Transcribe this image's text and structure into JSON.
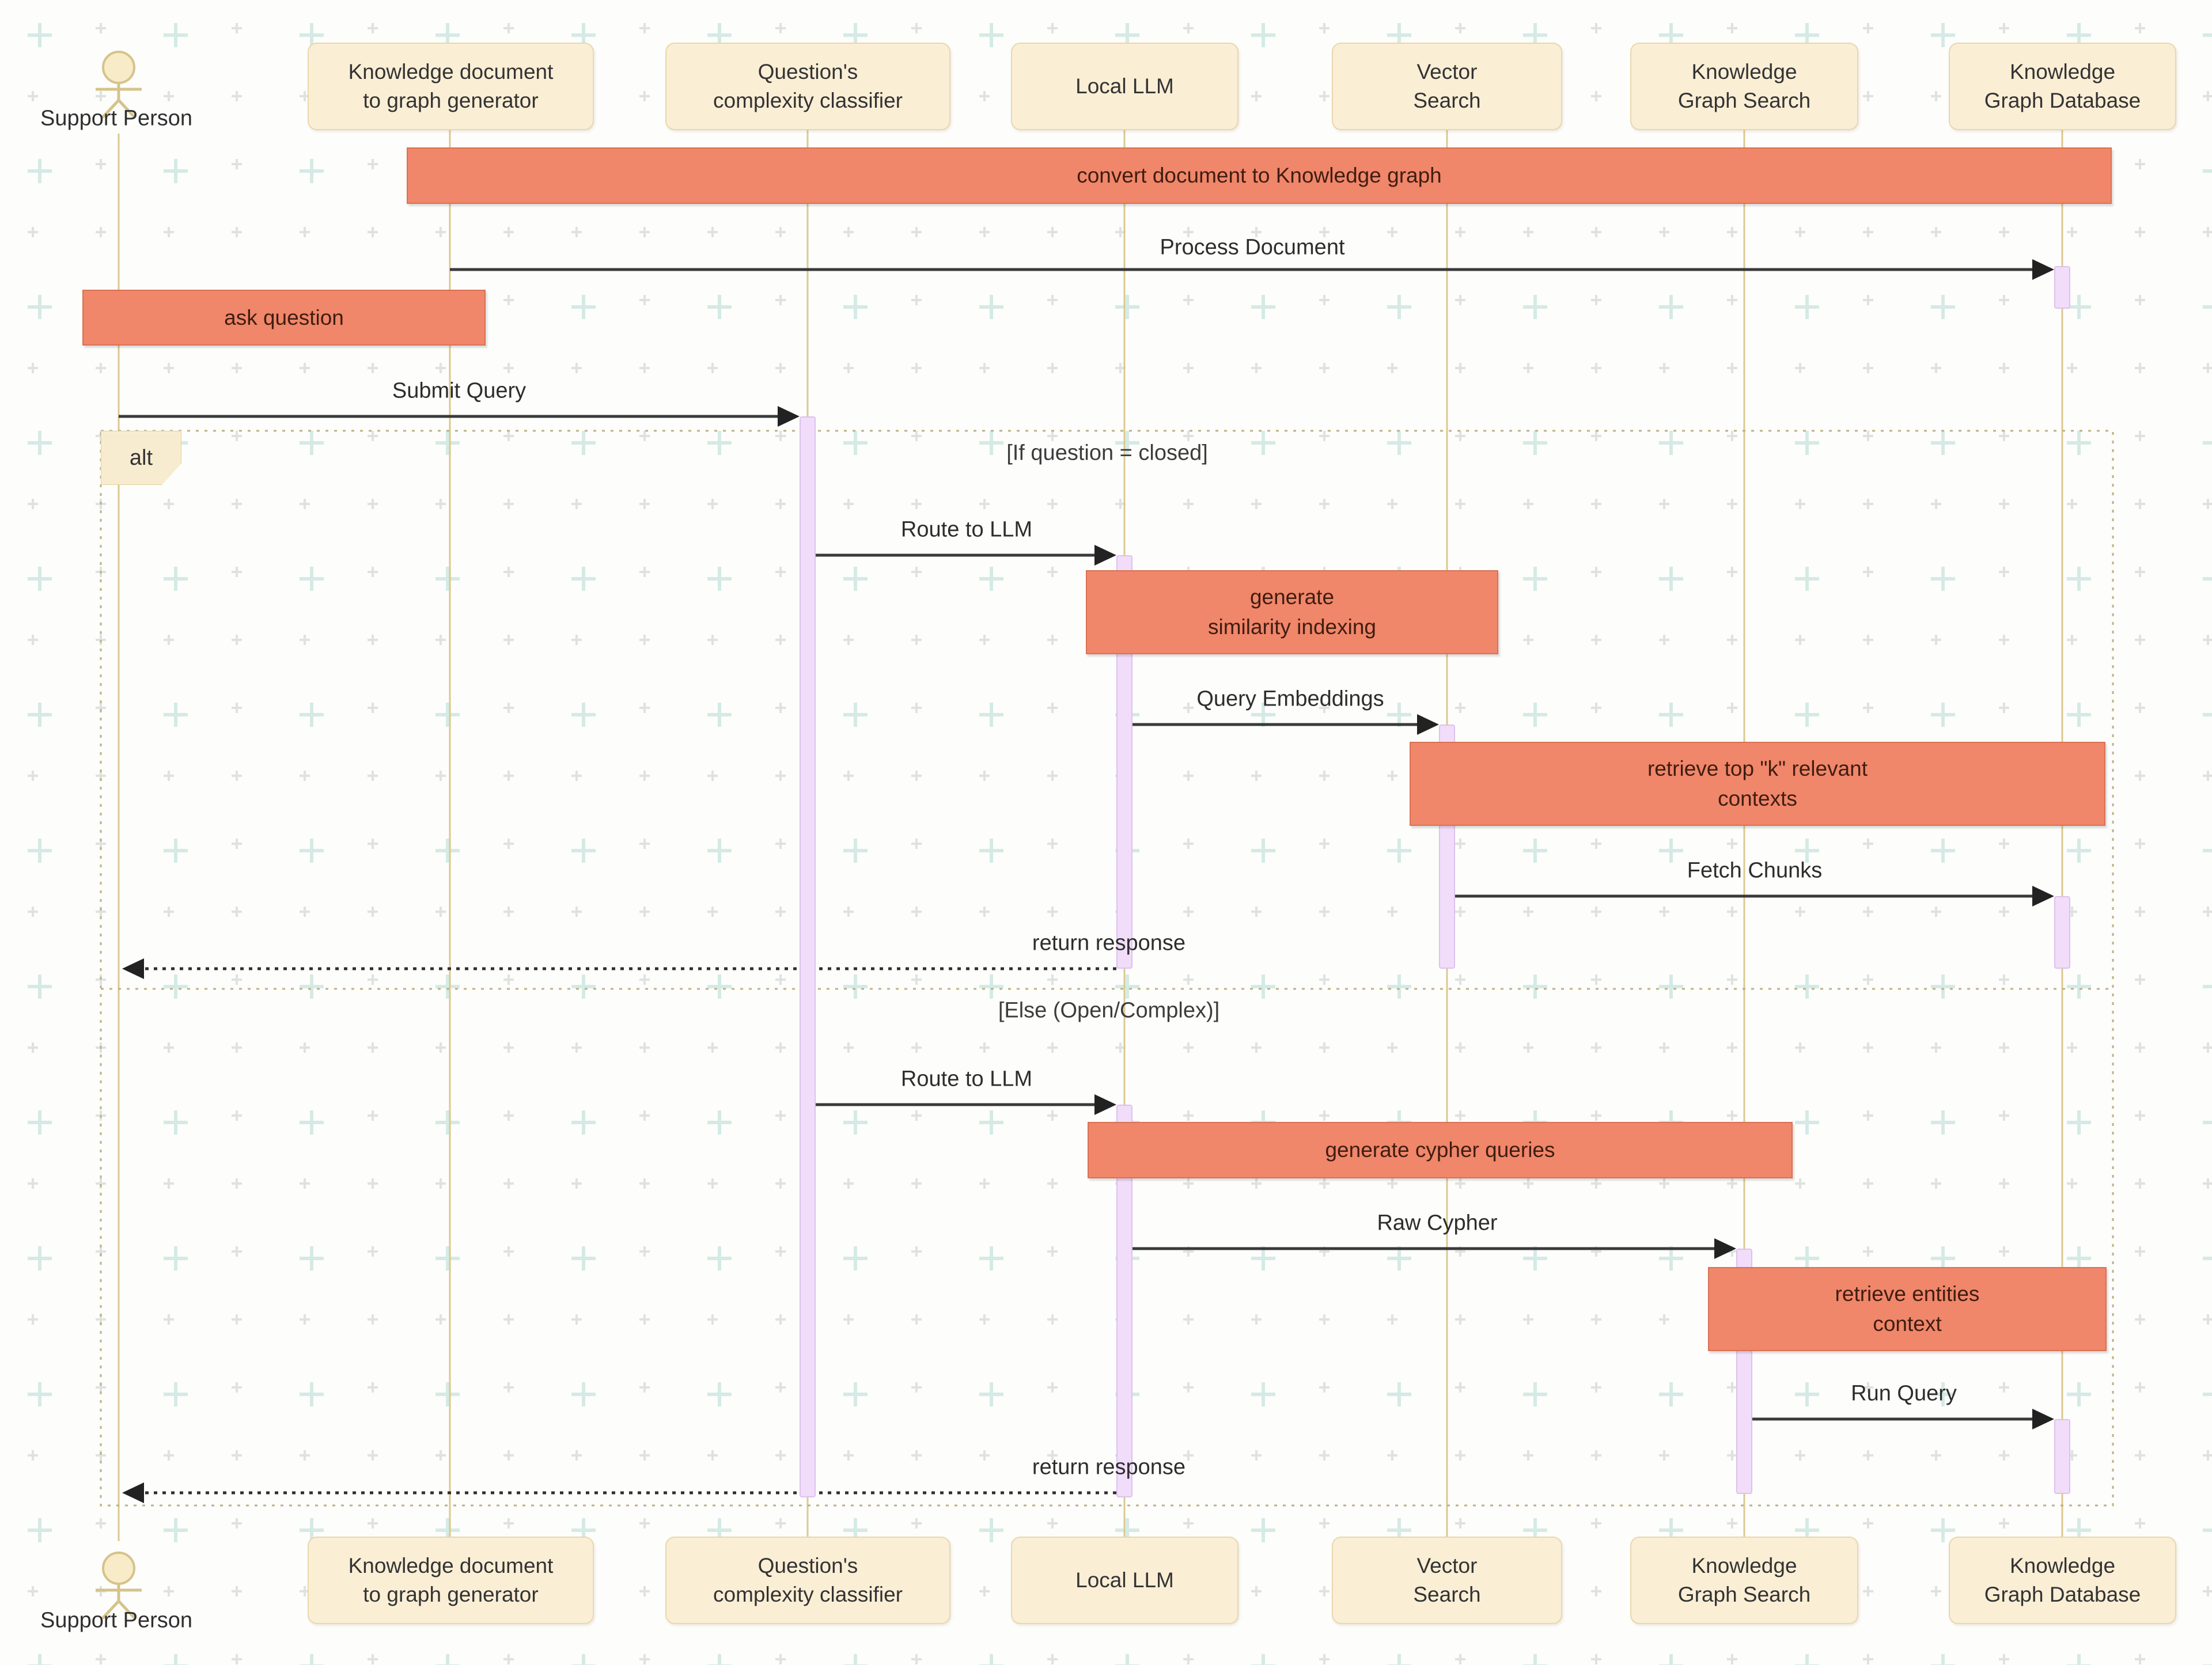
{
  "diagram": {
    "type": "sequence-diagram",
    "actor": {
      "label": "Support Person"
    },
    "participants": [
      {
        "label": "Knowledge document\nto graph generator"
      },
      {
        "label": "Question's\ncomplexity classifier"
      },
      {
        "label": "Local LLM"
      },
      {
        "label": "Vector\nSearch"
      },
      {
        "label": "Knowledge\nGraph Search"
      },
      {
        "label": "Knowledge\nGraph Database"
      }
    ],
    "notes": {
      "convert": "convert document to Knowledge graph",
      "ask": "ask question",
      "gen_sim": "generate\nsimilarity indexing",
      "retrieve_k": "retrieve top \"k\" relevant\ncontexts",
      "gen_cypher": "generate cypher queries",
      "retrieve_entities": "retrieve entities\ncontext"
    },
    "messages": {
      "process_document": "Process Document",
      "submit_query": "Submit Query",
      "route_llm_1": "Route to LLM",
      "query_embeddings": "Query Embeddings",
      "fetch_chunks": "Fetch Chunks",
      "return_response_1": "return response",
      "route_llm_2": "Route to LLM",
      "raw_cypher": "Raw Cypher",
      "run_query": "Run Query",
      "return_response_2": "return response"
    },
    "fragment": {
      "operator": "alt",
      "condition_if": "[If question = closed]",
      "condition_else": "[Else (Open/Complex)]"
    },
    "colors": {
      "note_fill": "#f0866a",
      "note_border": "#da7154",
      "participant_fill": "#faeed5",
      "participant_border": "#e9d8ac",
      "lifeline": "#dbc98e",
      "activation_fill": "#f1ddf9",
      "activation_border": "#ddc1ed",
      "fragment_border": "#bdb183",
      "arrow": "#3a3a3a",
      "background_cross_teal": "#cfe7e1",
      "background_cross_gray": "#dadedb"
    }
  }
}
